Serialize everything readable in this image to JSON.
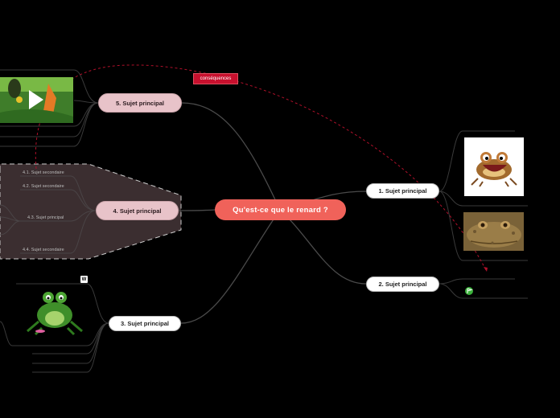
{
  "central": {
    "label": "Qu'est-ce que le renard ?"
  },
  "topics": {
    "t1": {
      "label": "1. Sujet principal"
    },
    "t2": {
      "label": "2. Sujet principal"
    },
    "t3": {
      "label": "3. Sujet principal"
    },
    "t4": {
      "label": "4. Sujet principal",
      "subtopics": [
        "4.1. Sujet secondaire",
        "4.2. Sujet secondaire",
        "4.3. Sujet principal",
        "4.4. Sujet secondaire"
      ]
    },
    "t5": {
      "label": "5. Sujet principal"
    }
  },
  "relationship": {
    "label": "conséquences"
  },
  "icons": {
    "t3_badge": {
      "name": "wikipedia-badge-icon",
      "glyph": "W"
    }
  },
  "colors": {
    "background": "#000000",
    "central": "#f0625a",
    "pink_node": "#e8c3c9",
    "boundary_fill": "#3b2e30",
    "relation": "#c8102e",
    "connector": "#4a4a4a"
  }
}
